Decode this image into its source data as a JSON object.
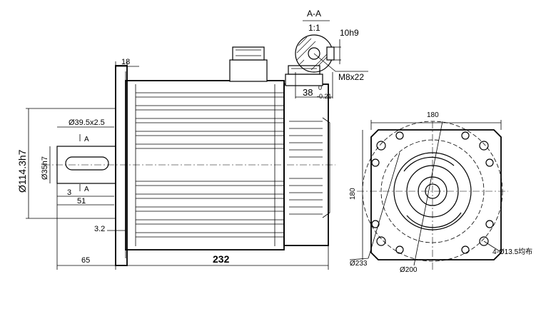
{
  "section": {
    "title": "A-A",
    "scale": "1:1",
    "key_width": "10h9",
    "thread": "M8x22",
    "depth_main": "38",
    "depth_upper": "0",
    "depth_lower": "-0.21"
  },
  "side_view": {
    "flange_thickness": "18",
    "shaft_dia": "Ø39.5x2.5",
    "marker_a_top": "A",
    "marker_a_bottom": "A",
    "spigot_dia": "Ø114.3h7",
    "shaft_fit": "Ø35h7",
    "key_offset": "3",
    "key_length": "51",
    "spigot_depth": "3.2",
    "shaft_length": "65",
    "body_length": "232"
  },
  "front_view": {
    "width": "180",
    "height": "180",
    "pcd": "Ø233",
    "spigot": "Ø200",
    "holes": "4-Ø13.5均布"
  }
}
